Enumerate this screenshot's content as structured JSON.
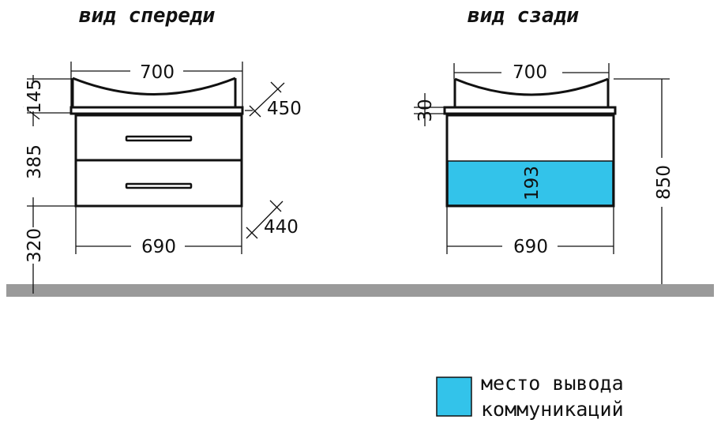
{
  "front_view": {
    "title": "вид спереди",
    "dim_top_width": "700",
    "dim_bottom_width": "690",
    "dim_upper_depth": "450",
    "dim_lower_depth": "440",
    "dim_basin_height": "145",
    "dim_cabinet_height": "385",
    "dim_floor_gap": "320"
  },
  "back_view": {
    "title": "вид сзади",
    "dim_top_width": "700",
    "dim_bottom_width": "690",
    "dim_top_thickness": "30",
    "dim_total_height": "850",
    "dim_service_zone": "193"
  },
  "legend": {
    "line1": "место вывода",
    "line2": "коммуникаций",
    "color": "#33c3ea"
  },
  "colors": {
    "floor": "#9a9a9a",
    "service_zone": "#33c3ea",
    "line": "#111111"
  }
}
